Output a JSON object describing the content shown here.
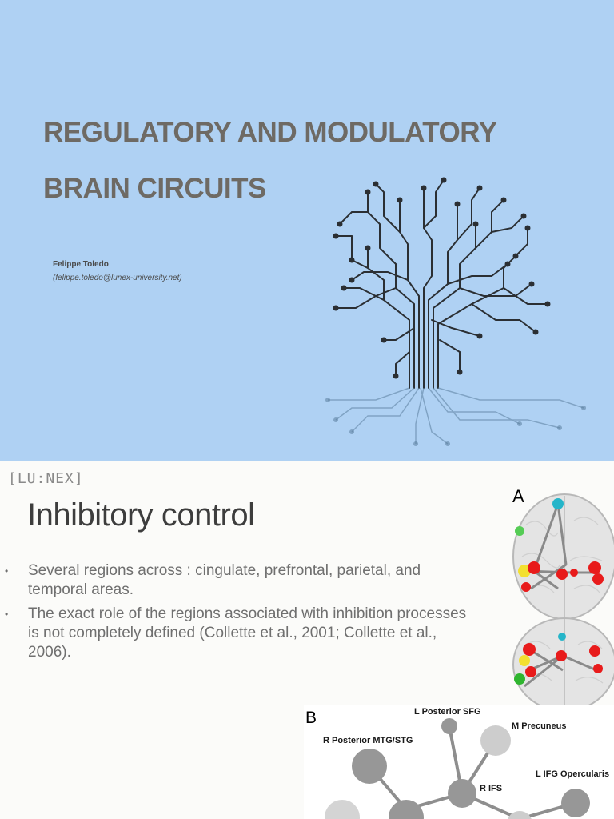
{
  "slide1": {
    "title_line1": "REGULATORY AND MODULATORY",
    "title_line2": "BRAIN CIRCUITS",
    "author_name": "Felippe Toledo",
    "author_email": "(felippe.toledo@lunex-university.net)",
    "background_color": "#afd1f3",
    "illustration": "circuit-tree"
  },
  "slide2": {
    "logo": "[LU:NEX]",
    "title": "Inhibitory control",
    "bullets": [
      "Several regions across : cingulate, prefrontal, parietal, and temporal areas.",
      "The exact role of the regions associated with inhibition processes is not completely defined (Collette et al., 2001; Collette et al., 2006)."
    ],
    "bullet_marker": "•",
    "figure": {
      "panel_a_label": "A",
      "panel_b_label": "B",
      "node_labels": {
        "l_posterior_sfg": "L Posterior SFG",
        "m_precuneus": "M Precuneus",
        "r_posterior_mtg_stg": "R Posterior MTG/STG",
        "r_ifs": "R IFS",
        "l_ifg_opercularis": "L IFG Opercularis"
      }
    }
  }
}
